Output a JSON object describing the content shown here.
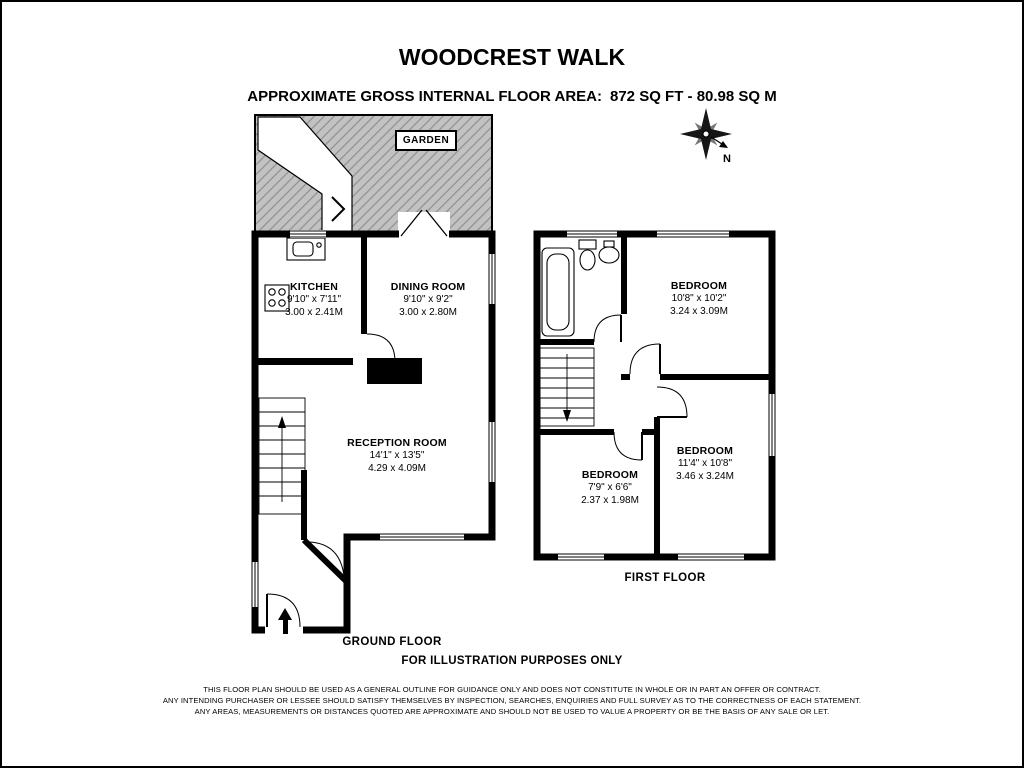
{
  "page": {
    "title": "WOODCREST WALK",
    "subtitle_prefix": "APPROXIMATE GROSS INTERNAL FLOOR AREA:",
    "subtitle_value": "872 SQ FT  -  80.98 SQ M",
    "illustration_note": "FOR ILLUSTRATION PURPOSES ONLY",
    "disclaimer_lines": [
      "THIS FLOOR PLAN SHOULD BE USED AS A GENERAL OUTLINE FOR GUIDANCE ONLY AND DOES NOT CONSTITUTE IN WHOLE OR IN PART AN OFFER OR CONTRACT.",
      "ANY INTENDING PURCHASER OR LESSEE SHOULD SATISFY THEMSELVES BY INSPECTION, SEARCHES, ENQUIRIES AND FULL SURVEY AS TO THE CORRECTNESS OF EACH STATEMENT.",
      "ANY AREAS, MEASUREMENTS OR DISTANCES QUOTED ARE APPROXIMATE AND SHOULD NOT BE USED TO VALUE A PROPERTY OR BE THE BASIS OF ANY SALE OR LET."
    ]
  },
  "garden": {
    "label": "GARDEN"
  },
  "compass": {
    "label": "N"
  },
  "ground_floor": {
    "label": "GROUND FLOOR",
    "rooms": [
      {
        "name": "KITCHEN",
        "imperial": "9'10\" x 7'11\"",
        "metric": "3.00 x 2.41M"
      },
      {
        "name": "DINING ROOM",
        "imperial": "9'10\" x 9'2\"",
        "metric": "3.00 x 2.80M"
      },
      {
        "name": "RECEPTION ROOM",
        "imperial": "14'1\" x 13'5\"",
        "metric": "4.29 x 4.09M"
      }
    ]
  },
  "first_floor": {
    "label": "FIRST FLOOR",
    "rooms": [
      {
        "name": "BEDROOM",
        "imperial": "10'8\" x 10'2\"",
        "metric": "3.24 x 3.09M"
      },
      {
        "name": "BEDROOM",
        "imperial": "11'4\" x 10'8\"",
        "metric": "3.46 x 3.24M"
      },
      {
        "name": "BEDROOM",
        "imperial": "7'9\" x 6'6\"",
        "metric": "2.37 x 1.98M"
      }
    ]
  }
}
